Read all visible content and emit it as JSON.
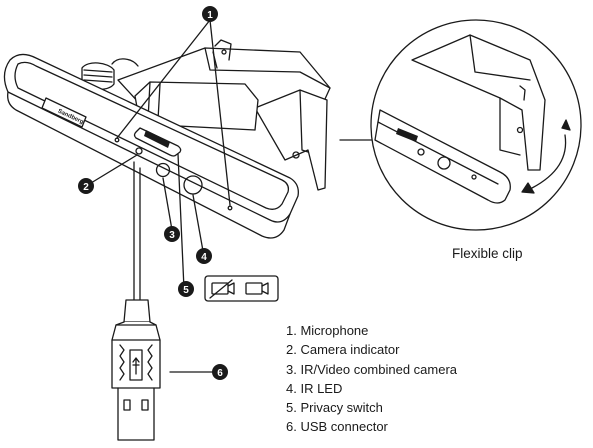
{
  "brand_logo_text": "Sandberg",
  "callouts": [
    "1",
    "2",
    "3",
    "4",
    "5",
    "6"
  ],
  "detail_caption": "Flexible clip",
  "legend": [
    "1. Microphone",
    "2. Camera indicator",
    "3. IR/Video combined camera",
    "4. IR LED",
    "5. Privacy switch",
    "6. USB connector"
  ],
  "icons": {
    "privacy_off": "camera-off-icon",
    "privacy_on": "camera-icon",
    "rotate": "double-arrow-icon"
  },
  "colors": {
    "line": "#1a1a1a",
    "badge": "#1a1a1a",
    "fill": "#ffffff"
  }
}
